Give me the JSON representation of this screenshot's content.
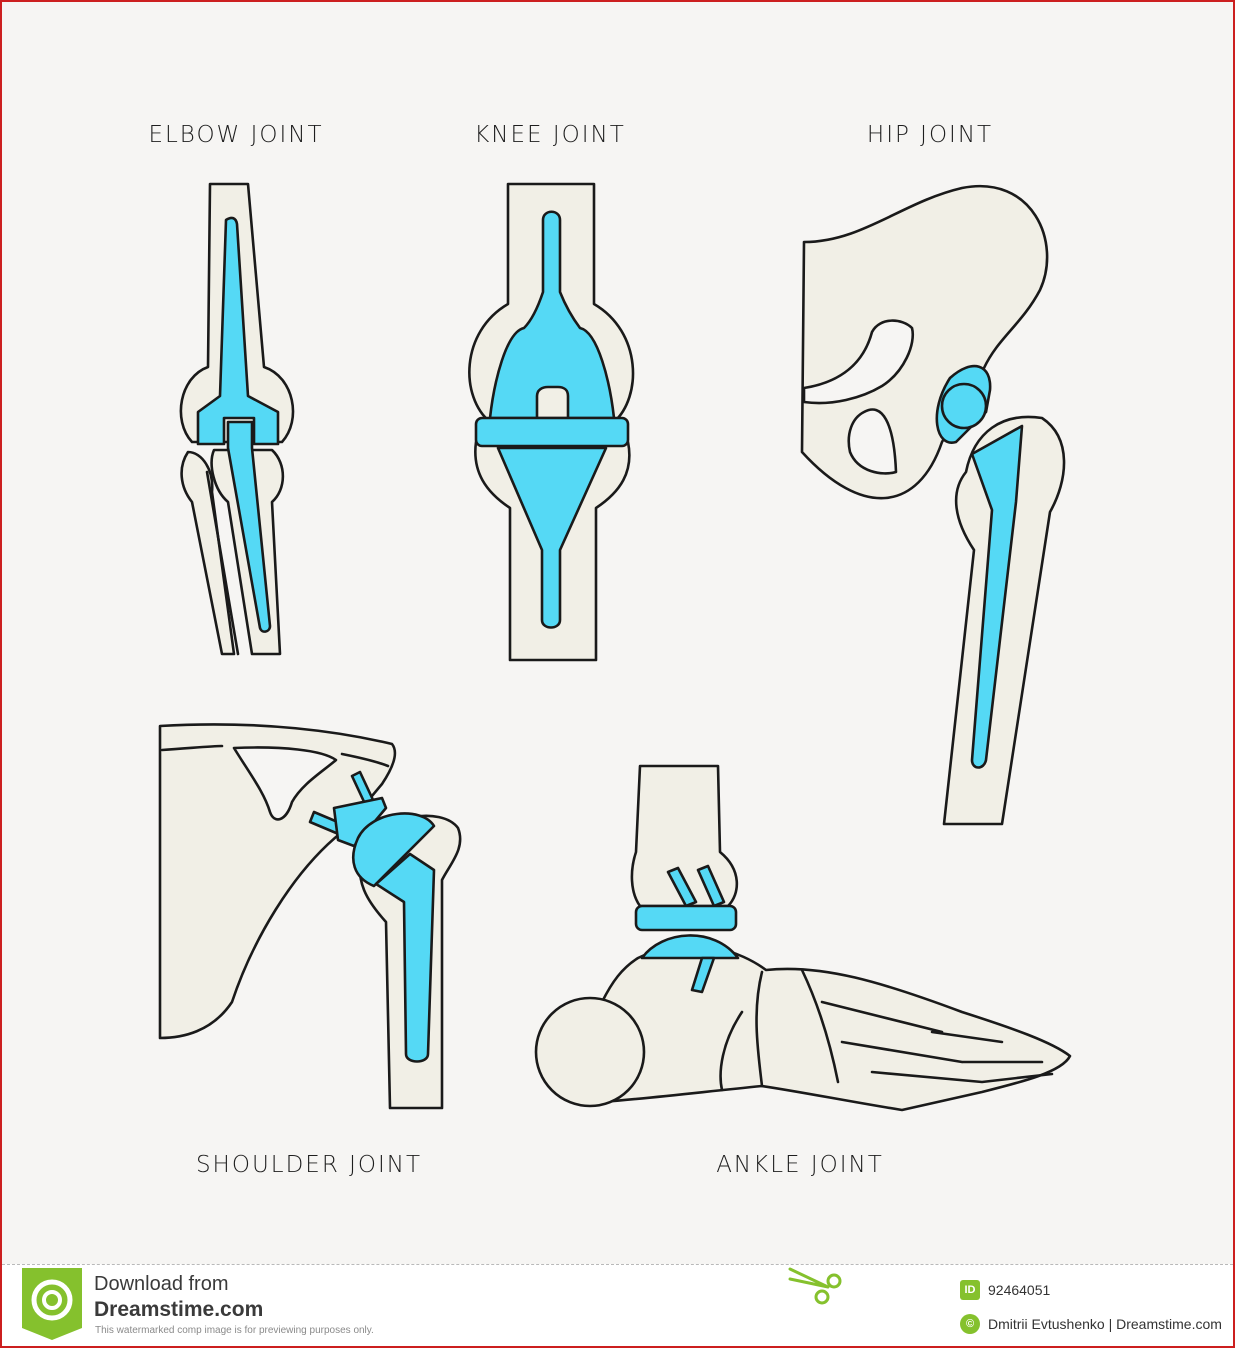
{
  "labels": {
    "elbow": "ELBOW JOINT",
    "knee": "KNEE JOINT",
    "hip": "HIP JOINT",
    "shoulder": "SHOULDER JOINT",
    "ankle": "ANKLE JOINT"
  },
  "footer": {
    "download_from": "Download from",
    "site": "Dreamstime.com",
    "disclaimer": "This watermarked comp image is for previewing purposes only.",
    "id_badge": "ID",
    "image_id": "92464051",
    "copyright_badge": "©",
    "credit": "Dmitrii Evtushenko | Dreamstime.com"
  },
  "colors": {
    "bone": "#f1efe6",
    "implant": "#55d9f5",
    "outline": "#1a1a1a",
    "background": "#f6f5f3",
    "brand_green": "#85c12d",
    "frame_red": "#cc1f1f"
  }
}
